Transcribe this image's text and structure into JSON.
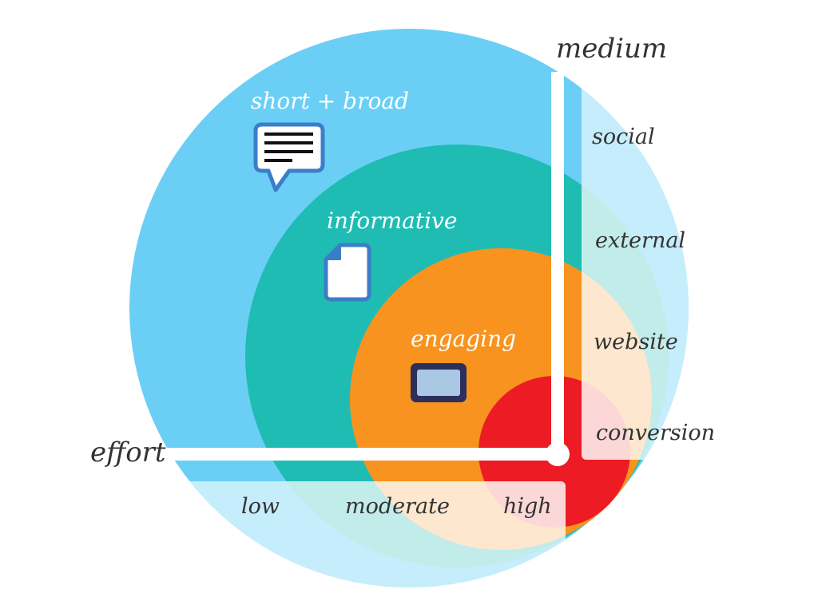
{
  "diagram": {
    "colors": {
      "outer": "#6bcff5",
      "mid": "#1fbcb4",
      "inner": "#f7931e",
      "core": "#ed1c24",
      "overlay": "#ffffff",
      "icon_stroke": "#3b7ec8",
      "icon_fill": "#ffffff",
      "frame_stroke": "#2e2e5c",
      "frame_fill": "#a8c8e4",
      "label_light": "#ffffff",
      "label_dark": "#333333"
    },
    "axes": {
      "vertical_label": "medium",
      "horizontal_label": "effort"
    },
    "rings": [
      {
        "label": "short + broad",
        "icon": "speech-bubble-icon"
      },
      {
        "label": "informative",
        "icon": "document-icon"
      },
      {
        "label": "engaging",
        "icon": "screen-frame-icon"
      }
    ],
    "medium_levels": [
      "social",
      "external",
      "website",
      "conversion"
    ],
    "effort_levels": [
      "low",
      "moderate",
      "high"
    ]
  }
}
